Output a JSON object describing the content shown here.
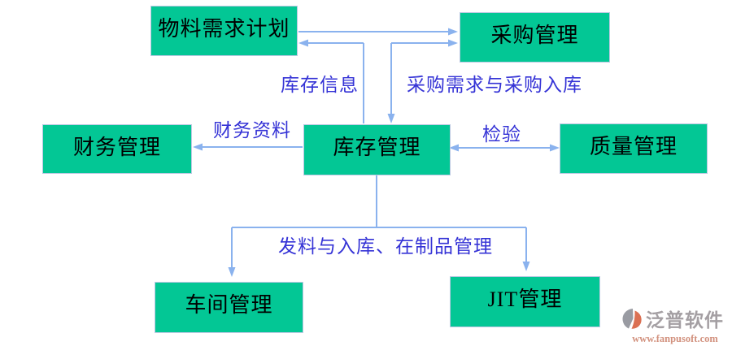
{
  "diagram": {
    "nodes": [
      {
        "id": "mrp",
        "label": "物料需求计划"
      },
      {
        "id": "purchase",
        "label": "采购管理"
      },
      {
        "id": "inventory",
        "label": "库存管理"
      },
      {
        "id": "finance",
        "label": "财务管理"
      },
      {
        "id": "quality",
        "label": "质量管理"
      },
      {
        "id": "workshop",
        "label": "车间管理"
      },
      {
        "id": "jit",
        "label": "JIT管理"
      }
    ],
    "edge_labels": [
      {
        "id": "inventory-info",
        "text": "库存信息"
      },
      {
        "id": "purchase-flow",
        "text": "采购需求与采购入库"
      },
      {
        "id": "finance-data",
        "text": "财务资料"
      },
      {
        "id": "inspection",
        "text": "检验"
      },
      {
        "id": "issue-receive-wip",
        "text": "发料与入库、在制品管理"
      }
    ],
    "edges": [
      {
        "from": "mrp",
        "to": "purchase",
        "direction": "one-way"
      },
      {
        "from": "inventory",
        "to": "mrp",
        "direction": "one-way",
        "label": "库存信息"
      },
      {
        "from": "inventory",
        "to": "purchase",
        "direction": "two-way",
        "label": "采购需求与采购入库"
      },
      {
        "from": "inventory",
        "to": "finance",
        "direction": "one-way",
        "label": "财务资料"
      },
      {
        "from": "inventory",
        "to": "quality",
        "direction": "two-way",
        "label": "检验"
      },
      {
        "from": "inventory",
        "to": "workshop",
        "direction": "one-way",
        "label": "发料与入库、在制品管理"
      },
      {
        "from": "inventory",
        "to": "jit",
        "direction": "one-way",
        "label": "发料与入库、在制品管理"
      }
    ],
    "colors": {
      "node_fill": "#03c795",
      "node_text": "#000000",
      "edge_line": "#8ab2ee",
      "edge_label_text": "#3533d6"
    }
  },
  "watermark": {
    "brand": "泛普软件",
    "url": "www.fanpusoft.com"
  }
}
